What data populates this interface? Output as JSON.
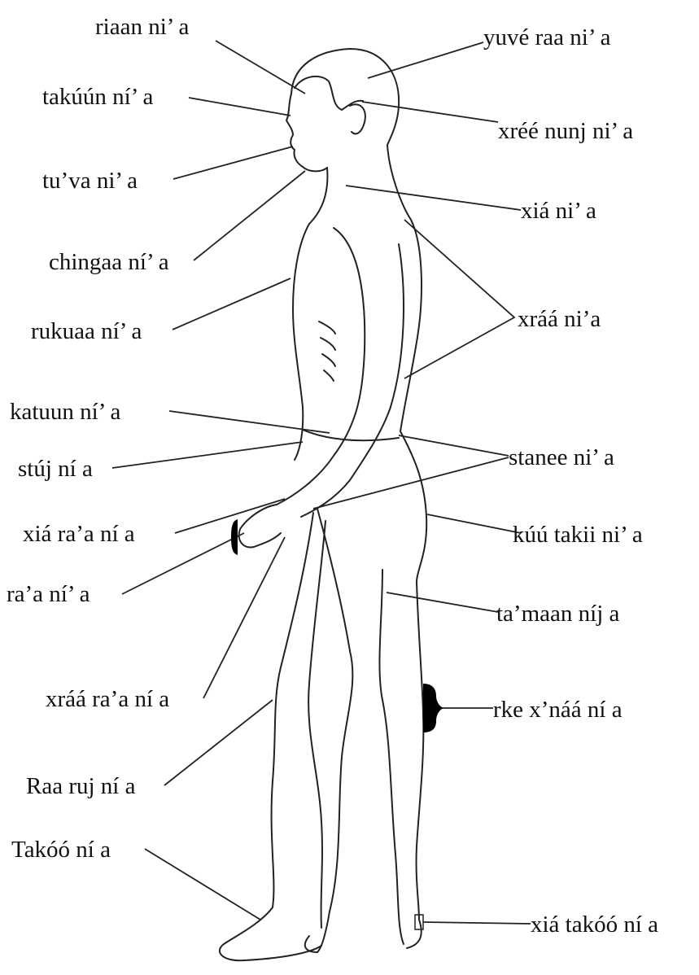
{
  "labels": {
    "riaan": "riaan ni’ a",
    "yuve_raa": "yuvé raa ni’ a",
    "takuun": "takúún ní’ a",
    "xree_nunj": "xréé nunj ni’ a",
    "tuva": "tu’va ni’ a",
    "xia": "xiá ni’ a",
    "chingaa": "chingaa ní’ a",
    "xraa": "xráá ni’a",
    "rukuaa": "rukuaa ní’ a",
    "katuun": "katuun ní’ a",
    "stanee": "stanee ni’ a",
    "stuj": "stúj ní a",
    "xia_raa": "xiá ra’a ní a",
    "kuu_takii": "kúú takii ni’ a",
    "raa": "ra’a ní’ a",
    "tamaan": "ta’maan níj a",
    "xraa_raa": "xráá ra’a ní a",
    "rke_xnaa": "rke x’náá ní a",
    "raa_ruj": "Raa ruj ní a",
    "takoo": "Takóó ní a",
    "xia_takoo": "xiá takóó ní a"
  }
}
